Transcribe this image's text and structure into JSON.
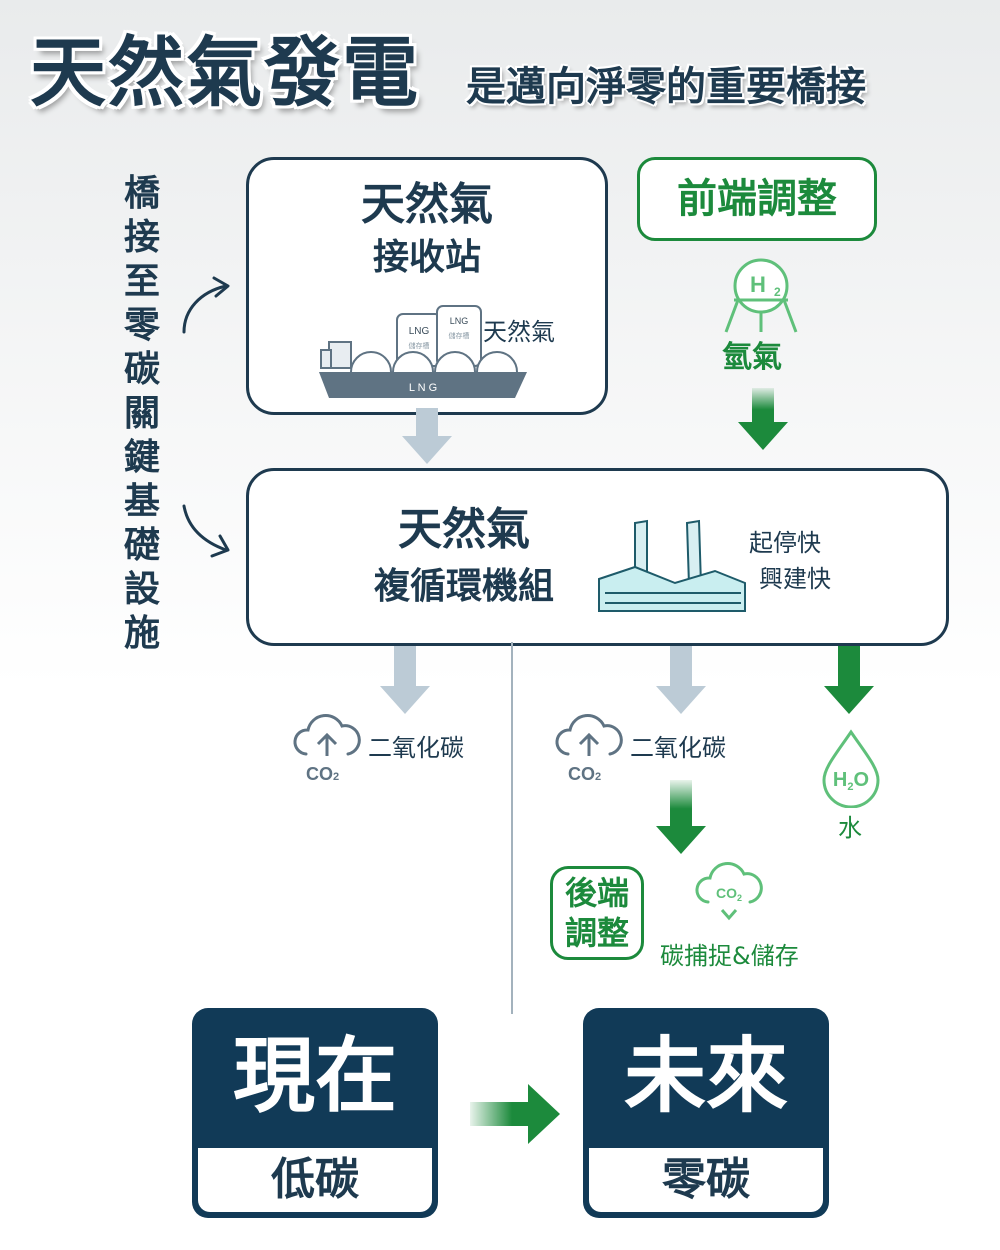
{
  "title": {
    "main": "天然氣發電",
    "sub": "是邁向淨零的重要橋接"
  },
  "side_label": "橋接至零碳關鍵基礎設施",
  "terminal": {
    "line1": "天然氣",
    "line2": "接收站",
    "gas_label": "天然氣",
    "tank_label": "LNG",
    "tank_sub": "儲存槽",
    "ship_label": "L N G"
  },
  "frontend": {
    "label": "前端調整",
    "h2_symbol": "H",
    "h2_sub": "2",
    "h2_label": "氫氣"
  },
  "ccgt": {
    "line1": "天然氣",
    "line2": "複循環機組",
    "note1": "起停快",
    "note2": "興建快"
  },
  "emissions": {
    "co2_label": "二氧化碳",
    "co2_sym": "CO",
    "co2_sub": "2",
    "water_label": "水",
    "water_sym_h": "H",
    "water_sym_2": "2",
    "water_sym_o": "O"
  },
  "backend": {
    "line1": "後端",
    "line2": "調整",
    "ccs_label": "碳捕捉&儲存",
    "ccs_sym": "CO",
    "ccs_sub": "2"
  },
  "now": {
    "title": "現在",
    "sub": "低碳"
  },
  "future": {
    "title": "未來",
    "sub": "零碳"
  },
  "colors": {
    "navy": "#1e3a4f",
    "green": "#1c8a3c",
    "gray_arrow": "#bccbd6",
    "light_green": "#5fc07a"
  }
}
